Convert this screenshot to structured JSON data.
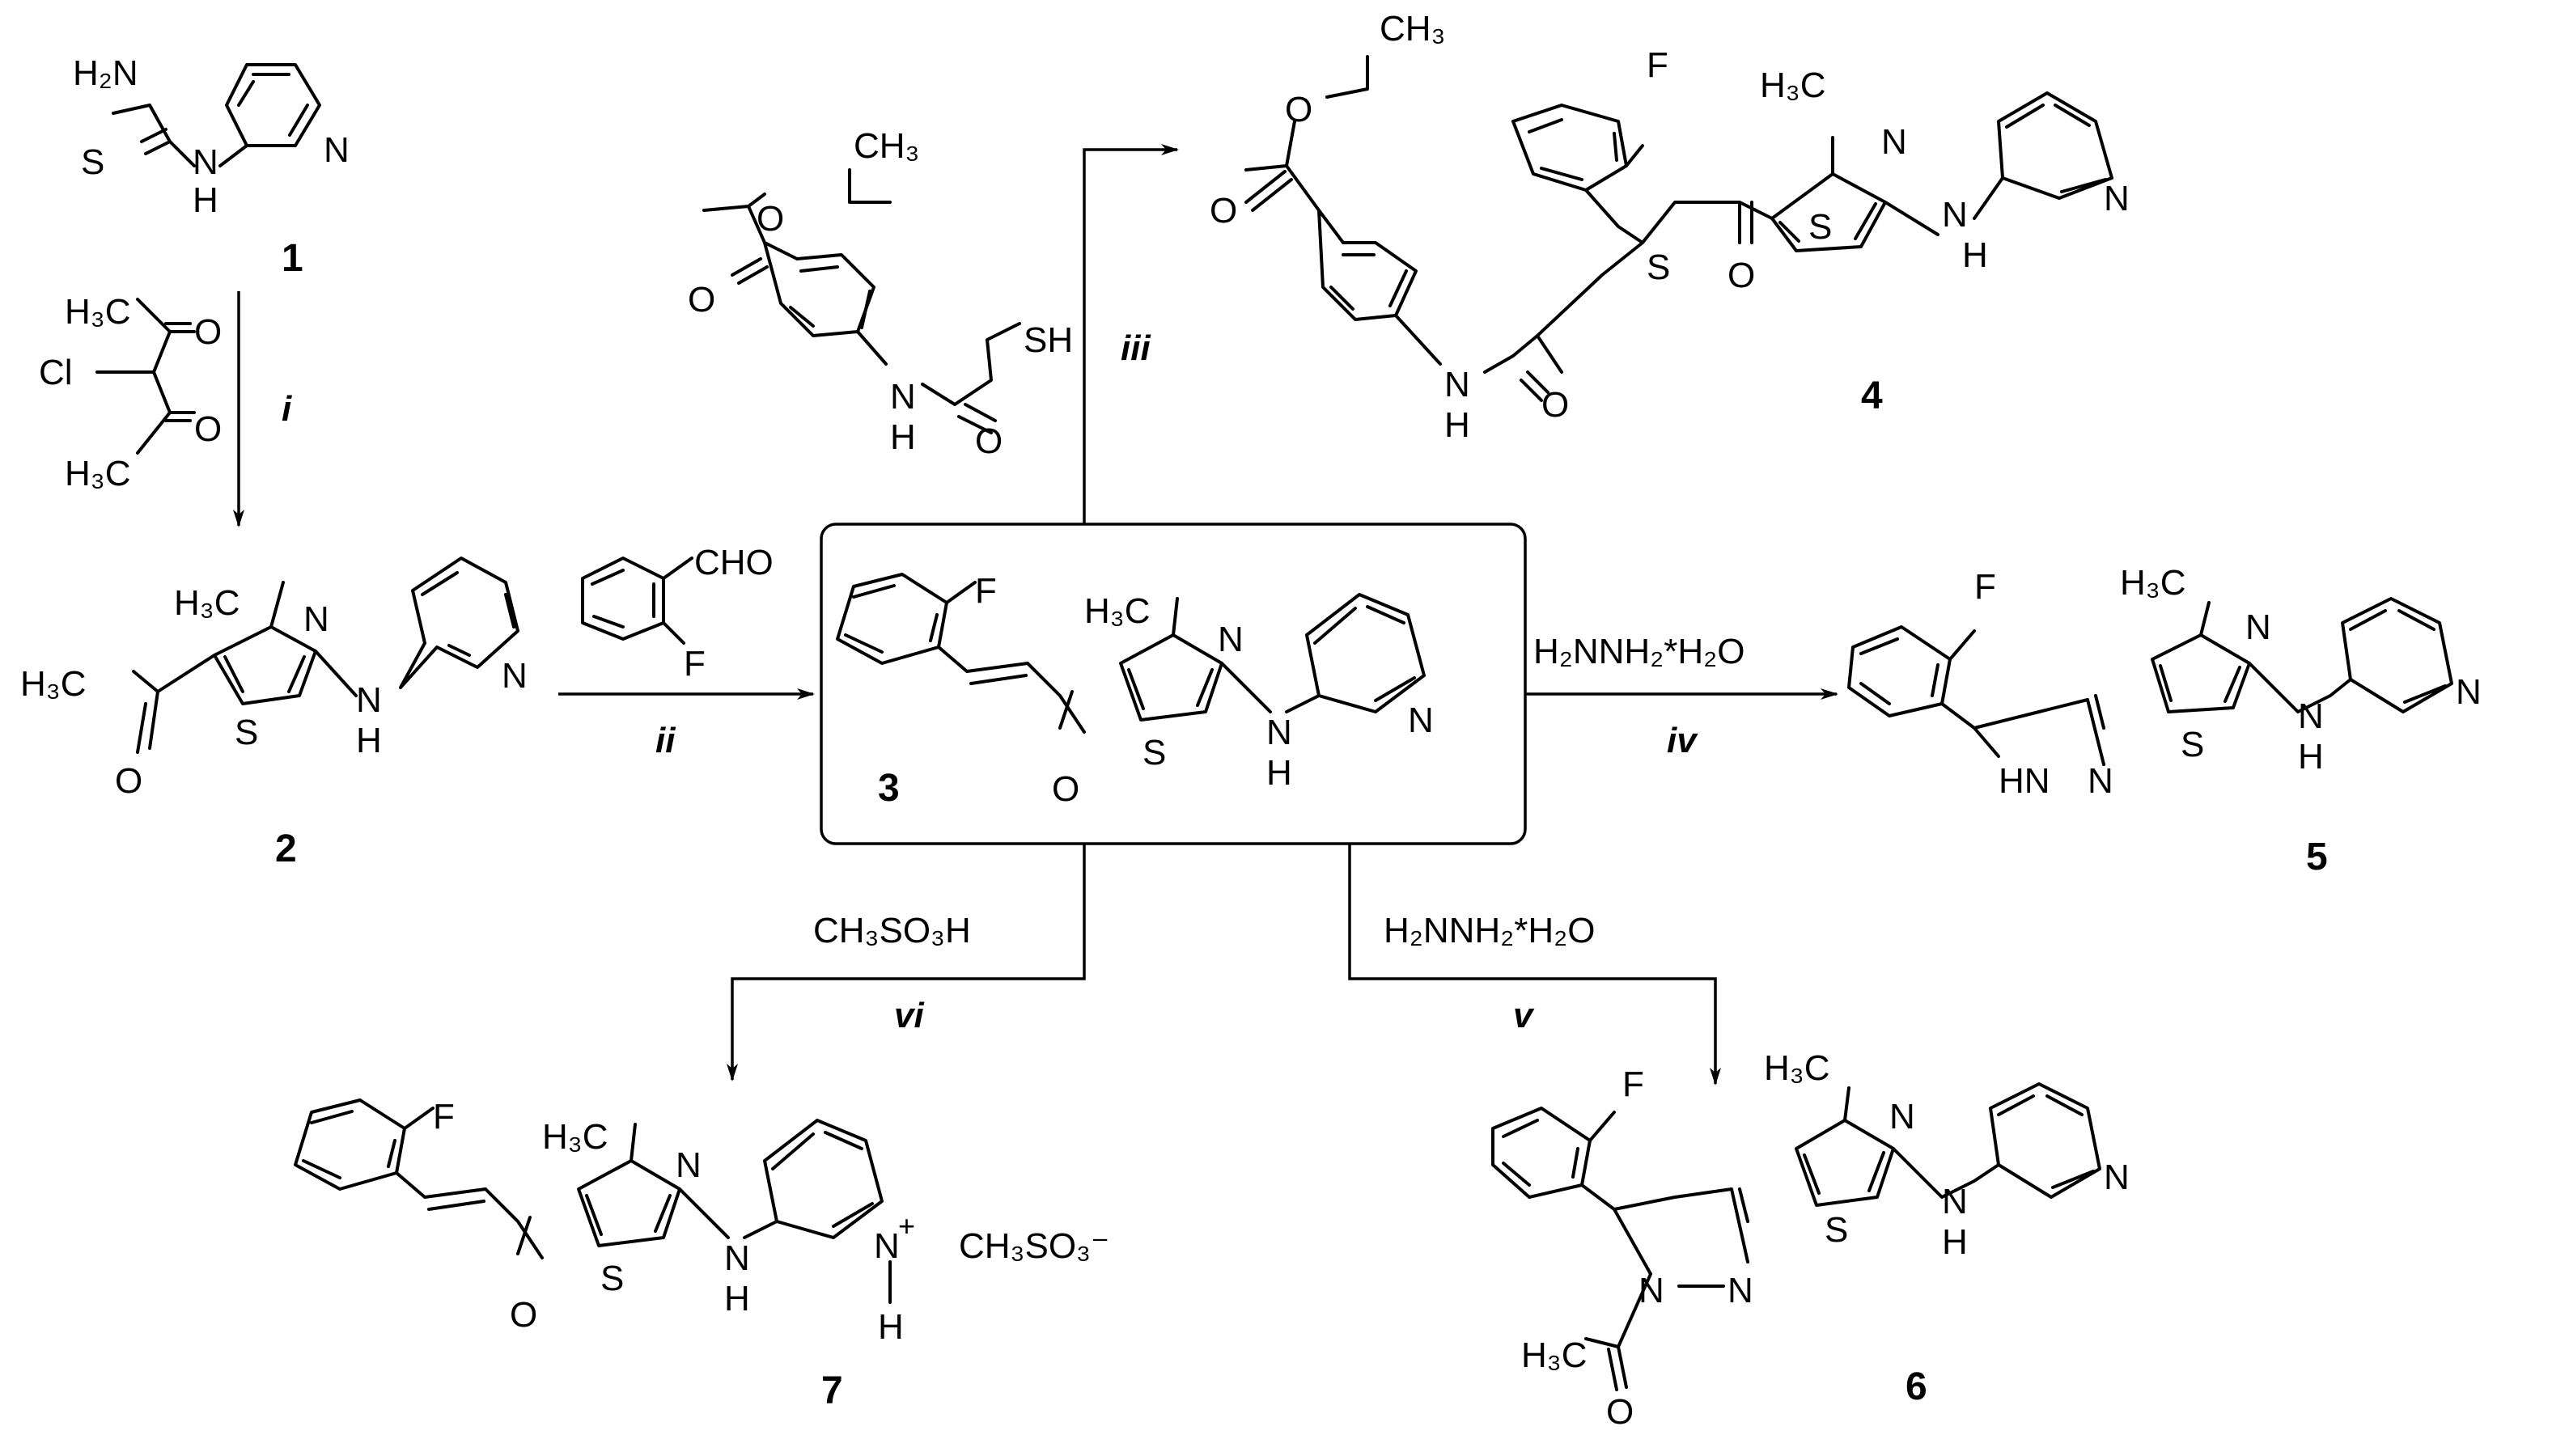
{
  "compounds": {
    "c1": {
      "number": "1",
      "atoms": {
        "nh2": "H₂N",
        "s": "S",
        "nh": "N",
        "h": "H",
        "n_py": "N"
      }
    },
    "c2": {
      "number": "2",
      "atoms": {
        "ch3_top": "H₃C",
        "ch3_acetyl": "H₃C",
        "o": "O",
        "n_thz": "N",
        "s": "S",
        "nh": "N",
        "h": "H",
        "n_py": "N"
      }
    },
    "c3": {
      "number": "3",
      "atoms": {
        "f": "F",
        "ch3": "H₃C",
        "o": "O",
        "n_thz": "N",
        "s": "S",
        "nh": "N",
        "h": "H",
        "n_py": "N"
      }
    },
    "c4": {
      "number": "4",
      "atoms": {
        "ch3_ethyl": "CH₃",
        "o_ester": "O",
        "o_carbonyl": "O",
        "nh": "N",
        "h_amide": "H",
        "o_amide": "O",
        "s_thio": "S",
        "f": "F",
        "o_ketone": "O",
        "ch3": "H₃C",
        "n_thz": "N",
        "s_thz": "S",
        "nh2": "N",
        "h2": "H",
        "n_py": "N"
      }
    },
    "c5": {
      "number": "5",
      "atoms": {
        "f": "F",
        "hn": "HN",
        "n": "N",
        "ch3": "H₃C",
        "n_thz": "N",
        "s": "S",
        "nh": "N",
        "h": "H",
        "n_py": "N"
      }
    },
    "c6": {
      "number": "6",
      "atoms": {
        "f": "F",
        "n1": "N",
        "n2": "N",
        "ch3_acetyl": "H₃C",
        "o": "O",
        "ch3": "H₃C",
        "n_thz": "N",
        "s": "S",
        "nh": "N",
        "h": "H",
        "n_py": "N"
      }
    },
    "c7": {
      "number": "7",
      "atoms": {
        "f": "F",
        "ch3": "H₃C",
        "o": "O",
        "n_thz": "N",
        "s": "S",
        "nh": "N",
        "h": "H",
        "n_py": "N",
        "plus": "+",
        "h_py": "H",
        "counterion": "CH₃SO₃⁻"
      }
    }
  },
  "reagents": {
    "chlorodiketone": {
      "ch3_a": "H₃C",
      "o_a": "O",
      "cl": "Cl",
      "o_b": "O",
      "ch3_b": "H₃C"
    },
    "aldehyde": {
      "cho": "CHO",
      "f": "F"
    },
    "thiol": {
      "ch3": "CH₃",
      "o_ester": "O",
      "o_carbonyl": "O",
      "sh": "SH",
      "nh": "N",
      "h": "H",
      "o_amide": "O"
    },
    "methanesulfonic_acid": "CH₃SO₃H",
    "hydrazine_iv": "H₂NNH₂*H₂O",
    "hydrazine_v": "H₂NNH₂*H₂O"
  },
  "conditions": {
    "i": "i",
    "ii": "ii",
    "iii": "iii",
    "iv": "iv",
    "v": "v",
    "vi": "vi"
  }
}
